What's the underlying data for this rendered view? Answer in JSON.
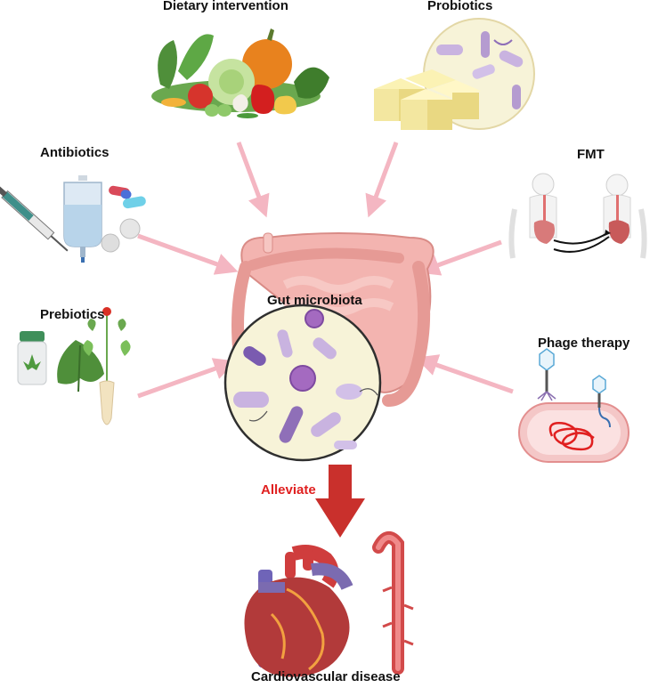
{
  "labels": {
    "dietary": "Dietary intervention",
    "probiotics": "Probiotics",
    "antibiotics": "Antibiotics",
    "fmt": "FMT",
    "prebiotics": "Prebiotics",
    "phage": "Phage therapy",
    "gut": "Gut microbiota",
    "alleviate": "Alleviate",
    "cvd": "Cardiovascular disease"
  },
  "colors": {
    "arrow_pink": "#f4b6c2",
    "alleviate_arrow": "#c9302c",
    "alleviate_text": "#e02020",
    "intestine": "#eda0a0",
    "lens_fill": "#f7f3d8",
    "bacteria": "#b59bd0",
    "heart_red": "#c0392b",
    "vessel_purple": "#7b6bb0"
  }
}
